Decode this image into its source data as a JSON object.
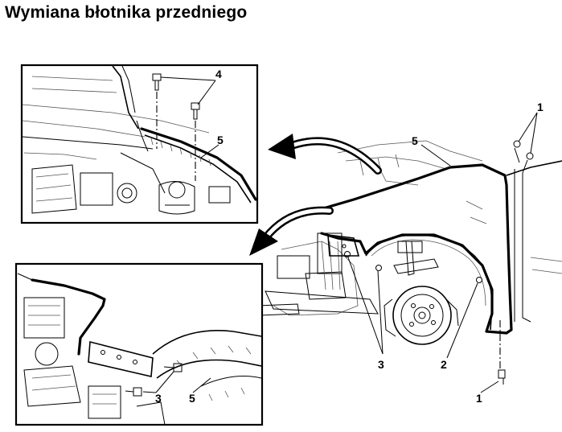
{
  "title": "Wymiana błotnika przedniego",
  "callouts": {
    "c1_top": "1",
    "c1_bottom": "1",
    "c2": "2",
    "c3_main": "3",
    "c3_detail": "3",
    "c4_detail": "4",
    "c5_main": "5",
    "c5_top_detail": "5",
    "c5_bottom_detail": "5"
  }
}
